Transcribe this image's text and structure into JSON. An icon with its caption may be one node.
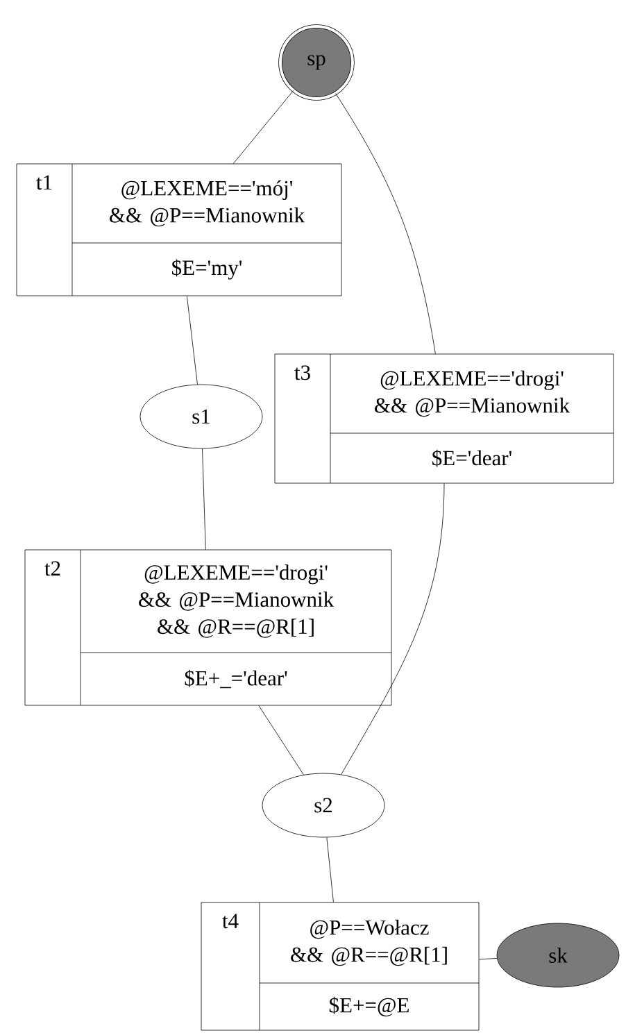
{
  "diagram": {
    "nodes": [
      {
        "text": [
          "sp"
        ]
      },
      {
        "text": [
          "t1",
          "@LEXEME=='mój' && @P==Mianownik",
          "$E='my'"
        ]
      },
      {
        "text": [
          "s1"
        ]
      },
      {
        "text": [
          "t3",
          "@LEXEME=='drogi' && @P==Mianownik",
          "$E='dear'"
        ]
      },
      {
        "text": [
          "t2",
          "@LEXEME=='drogi' && @P==Mianownik && @R==@R[1]",
          "$E+_='dear'"
        ]
      },
      {
        "text": [
          "s2"
        ]
      },
      {
        "text": [
          "t4",
          "@P==Wołacz && @R==@R[1]",
          "$E+=@E"
        ]
      },
      {
        "text": [
          "sk"
        ]
      }
    ],
    "edges": [
      {
        "from": 0,
        "to": 1,
        "arrow": "none"
      },
      {
        "from": 0,
        "to": 3,
        "arrow": "none"
      },
      {
        "from": 1,
        "to": 2,
        "arrow": "none"
      },
      {
        "from": 2,
        "to": 4,
        "arrow": "none"
      },
      {
        "from": 4,
        "to": 5,
        "arrow": "none"
      },
      {
        "from": 3,
        "to": 5,
        "arrow": "none"
      },
      {
        "from": 5,
        "to": 6,
        "arrow": "none"
      },
      {
        "from": 6,
        "to": 7,
        "arrow": "none"
      }
    ]
  }
}
